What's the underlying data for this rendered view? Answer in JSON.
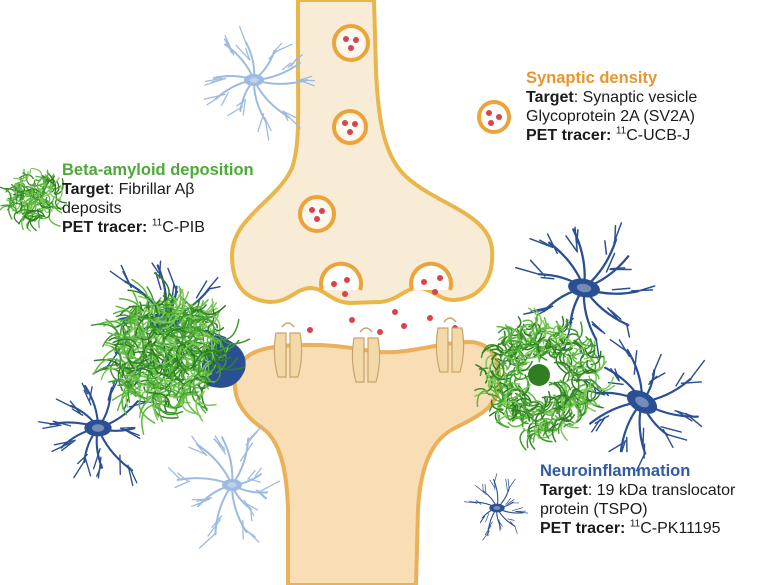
{
  "synaptic": {
    "heading": "Synaptic density",
    "target_label": "Target",
    "target_line1": ": Synaptic vesicle",
    "target_line2": "Glycoprotein 2A (SV2A)",
    "tracer_label": "PET tracer:",
    "tracer_sup": "11",
    "tracer_name": "C-UCB-J"
  },
  "amyloid": {
    "heading": "Beta-amyloid deposition",
    "target_label": "Target",
    "target_line1": ": Fibrillar Aβ",
    "target_line2": "deposits",
    "tracer_label": "PET tracer:",
    "tracer_sup": "11",
    "tracer_name": "C-PIB"
  },
  "neuro": {
    "heading": "Neuroinflammation",
    "target_label": "Target",
    "target_line1": ": 19 kDa translocator",
    "target_line2": "protein (TSPO)",
    "tracer_label": "PET tracer:",
    "tracer_sup": "11",
    "tracer_name": "C-PK11195"
  },
  "colors": {
    "presynaptic_fill": "#f8ecd6",
    "presynaptic_stroke": "#e8b64a",
    "postsynaptic_fill": "#f9ddb4",
    "postsynaptic_stroke": "#eab05a",
    "vesicle_stroke": "#eba43a",
    "neurotransmitter": "#d9434a",
    "microglia": "#2b4f94",
    "astrocyte_light": "#9dbbe0",
    "amyloid": "#3f9a2e",
    "receptor": "#f3d9a8"
  }
}
